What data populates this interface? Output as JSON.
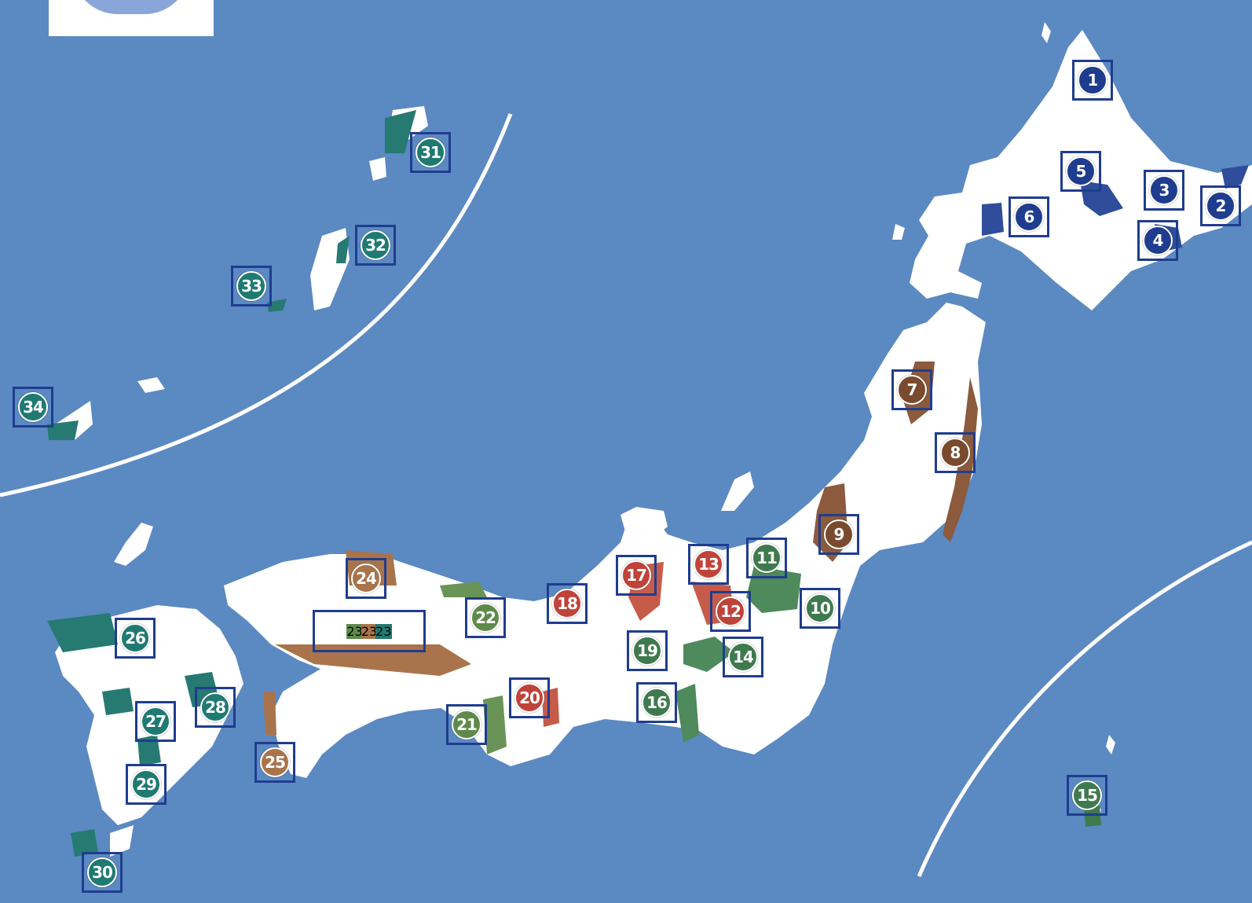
{
  "colors": {
    "sea": "#5b89c2",
    "land": "#ffffff",
    "marker_border": "#1f3d8f",
    "hokkaido_navy": "#1f3d8f",
    "tohoku_brown": "#7a4a2e",
    "light_brown": "#a9744b",
    "red": "#c0433a",
    "dark_green": "#3f7a4e",
    "olive_green": "#5e8a4a",
    "teal": "#1f7a72"
  },
  "markers": [
    {
      "label": "1",
      "color": "#1f3d8f",
      "interactive": true
    },
    {
      "label": "2",
      "color": "#1f3d8f"
    },
    {
      "label": "3",
      "color": "#1f3d8f"
    },
    {
      "label": "4",
      "color": "#1f3d8f"
    },
    {
      "label": "5",
      "color": "#1f3d8f"
    },
    {
      "label": "6",
      "color": "#1f3d8f"
    },
    {
      "label": "7",
      "color": "#7a4a2e"
    },
    {
      "label": "8",
      "color": "#7a4a2e"
    },
    {
      "label": "9",
      "color": "#7a4a2e"
    },
    {
      "label": "10",
      "color": "#3f7a4e"
    },
    {
      "label": "11",
      "color": "#3f7a4e"
    },
    {
      "label": "12",
      "color": "#c0433a"
    },
    {
      "label": "13",
      "color": "#c0433a"
    },
    {
      "label": "14",
      "color": "#3f7a4e"
    },
    {
      "label": "15",
      "color": "#3f7a4e"
    },
    {
      "label": "16",
      "color": "#3f7a4e"
    },
    {
      "label": "17",
      "color": "#c0433a"
    },
    {
      "label": "18",
      "color": "#c0433a"
    },
    {
      "label": "19",
      "color": "#3f7a4e"
    },
    {
      "label": "20",
      "color": "#c0433a"
    },
    {
      "label": "21",
      "color": "#5e8a4a"
    },
    {
      "label": "22",
      "color": "#5e8a4a"
    },
    {
      "label": "24",
      "color": "#a9744b"
    },
    {
      "label": "25",
      "color": "#a9744b"
    },
    {
      "label": "26",
      "color": "#1f7a72"
    },
    {
      "label": "27",
      "color": "#1f7a72"
    },
    {
      "label": "28",
      "color": "#1f7a72"
    },
    {
      "label": "29",
      "color": "#1f7a72"
    },
    {
      "label": "30",
      "color": "#1f7a72"
    },
    {
      "label": "31",
      "color": "#1f7a72"
    },
    {
      "label": "32",
      "color": "#1f7a72"
    },
    {
      "label": "33",
      "color": "#1f7a72"
    },
    {
      "label": "34",
      "color": "#1f7a72"
    }
  ],
  "group_marker": {
    "items": [
      {
        "label": "23",
        "color": "#5e8a4a"
      },
      {
        "label": "23",
        "color": "#a9744b"
      },
      {
        "label": "23",
        "color": "#1f7a72"
      }
    ]
  }
}
